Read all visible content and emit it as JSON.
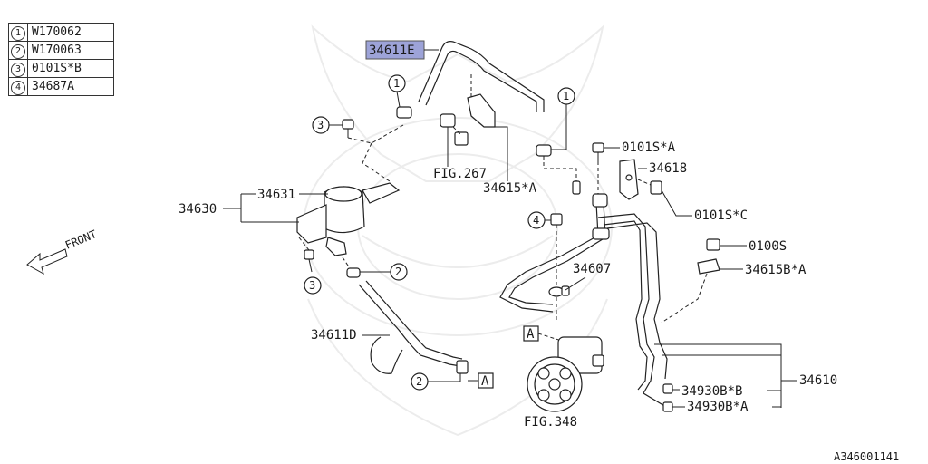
{
  "legend": [
    {
      "num": "1",
      "code": "W170062"
    },
    {
      "num": "2",
      "code": "W170063"
    },
    {
      "num": "3",
      "code": "0101S*B"
    },
    {
      "num": "4",
      "code": "34687A"
    }
  ],
  "labels": {
    "p34611E": "34611E",
    "p34631": "34631",
    "p34630": "34630",
    "fig267": "FIG.267",
    "p34615A": "34615*A",
    "p0101SA": "0101S*A",
    "p34618": "34618",
    "p0101SC": "0101S*C",
    "p0100S": "0100S",
    "p34615BA": "34615B*A",
    "p34607": "34607",
    "p34611D": "34611D",
    "p34610": "34610",
    "p34930BB": "34930B*B",
    "p34930BA": "34930B*A",
    "fig348": "FIG.348",
    "front": "FRONT",
    "refA": "A",
    "diagramId": "A346001141"
  },
  "callouts": {
    "one": "1",
    "two": "2",
    "three": "3",
    "four": "4"
  },
  "colors": {
    "highlight": "#9da3d8",
    "line": "#222222",
    "watermark": "#ececec"
  }
}
